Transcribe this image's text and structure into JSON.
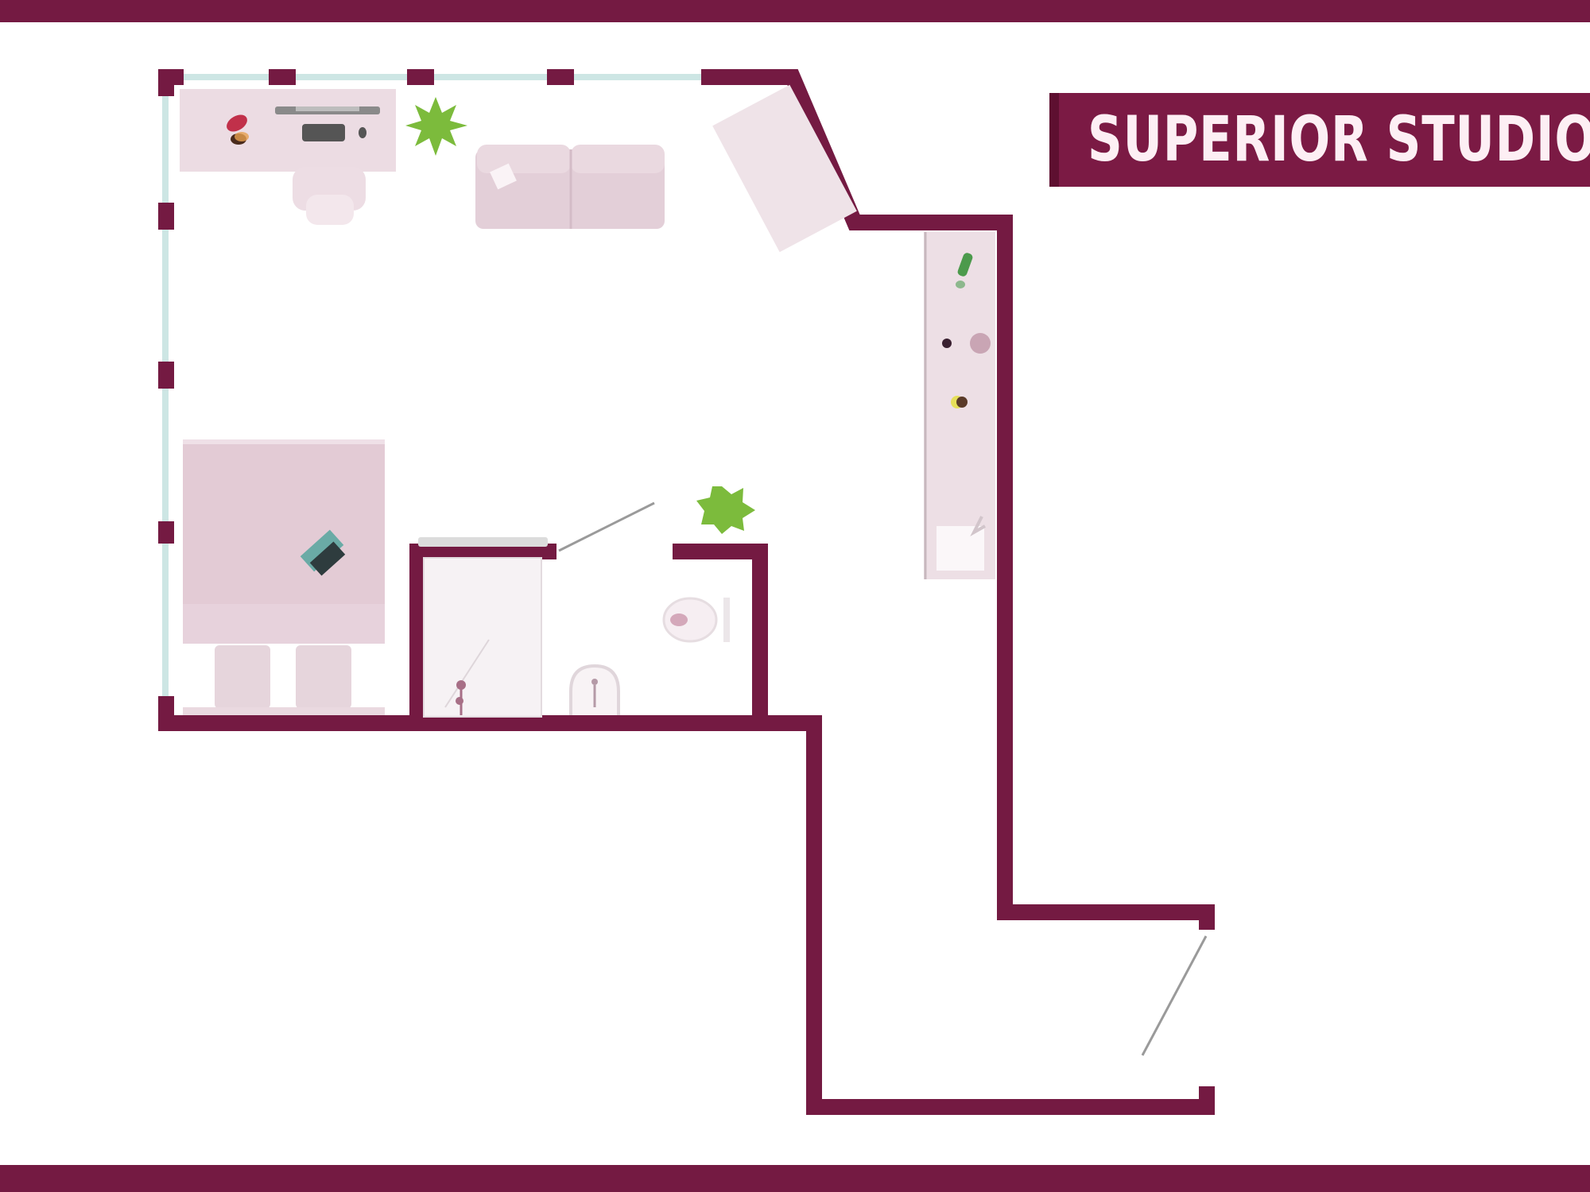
{
  "title": "SUPERIOR STUDIO",
  "colors": {
    "wall": "#741a42",
    "banner": "#7b1a44",
    "window_glass": "#cde6e4",
    "furniture": "#e8d3dc",
    "furniture_light": "#f3e7ec",
    "plant": "#7cbb3c",
    "door_swing": "#9a9a9a",
    "background": "#ffffff"
  },
  "rooms": [
    {
      "name": "living-area",
      "items": [
        "desk",
        "monitor",
        "keyboard",
        "office-chair",
        "desk-lamp",
        "plant",
        "sofa",
        "wardrobe"
      ]
    },
    {
      "name": "sleeping-area",
      "items": [
        "bed",
        "laptop",
        "pillows"
      ]
    },
    {
      "name": "bathroom",
      "items": [
        "shower",
        "sink",
        "toilet",
        "plant"
      ]
    },
    {
      "name": "kitchenette",
      "items": [
        "counter",
        "stove",
        "kitchen-sink",
        "bottle"
      ]
    },
    {
      "name": "entrance-hall",
      "items": [
        "entrance-door"
      ]
    }
  ]
}
